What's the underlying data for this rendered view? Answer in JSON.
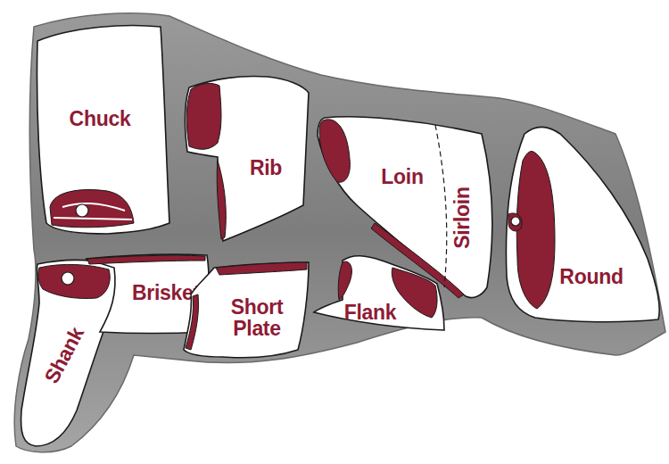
{
  "diagram": {
    "nodes": [
      {
        "text": [
          "Chuck"
        ]
      },
      {
        "text": [
          "Rib"
        ]
      },
      {
        "text": [
          "Loin",
          "Sirloin"
        ]
      },
      {
        "text": [
          "Round"
        ]
      },
      {
        "text": [
          "Shank"
        ]
      },
      {
        "text": [
          "Brisket"
        ]
      },
      {
        "text": [
          "Short Plate"
        ]
      },
      {
        "text": [
          "Flank"
        ]
      }
    ]
  }
}
